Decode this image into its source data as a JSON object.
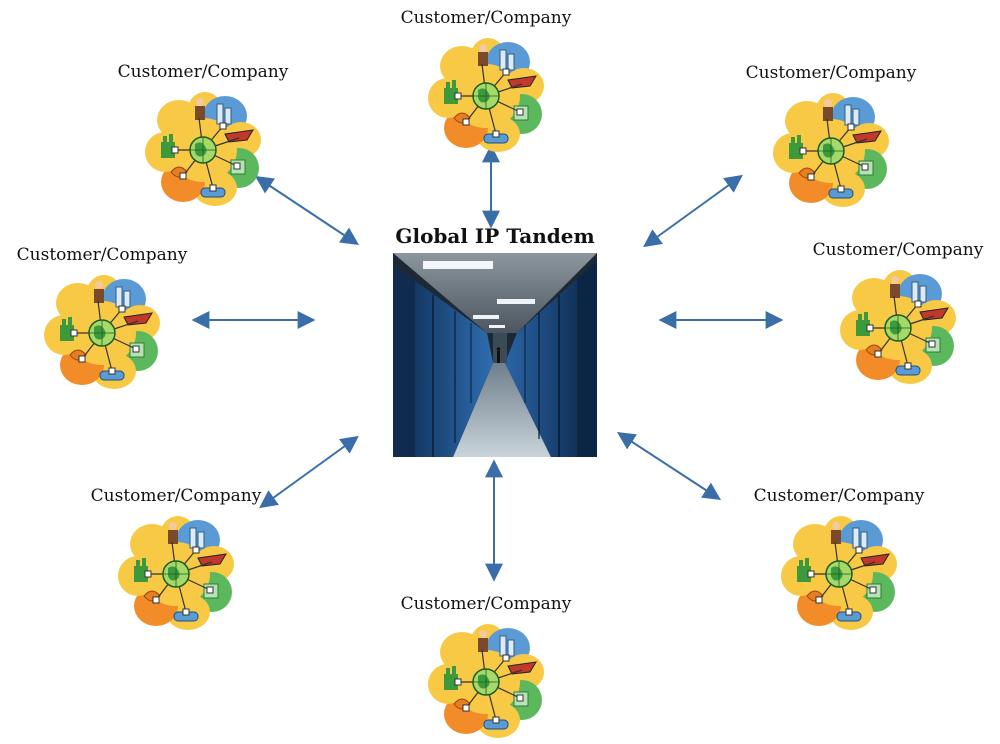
{
  "center": {
    "title": "Global IP Tandem",
    "image": "server-room-corridor"
  },
  "nodes": [
    {
      "id": "top",
      "label": "Customer/Company"
    },
    {
      "id": "top-left",
      "label": "Customer/Company"
    },
    {
      "id": "top-right",
      "label": "Customer/Company"
    },
    {
      "id": "left",
      "label": "Customer/Company"
    },
    {
      "id": "right",
      "label": "Customer/Company"
    },
    {
      "id": "bottom-left",
      "label": "Customer/Company"
    },
    {
      "id": "bottom-right",
      "label": "Customer/Company"
    },
    {
      "id": "bottom",
      "label": "Customer/Company"
    }
  ],
  "icon": "customer-network-flower-icon",
  "colors": {
    "arrow": "#3a6ea8",
    "petal_orange": "#f28c28",
    "petal_yellow": "#f7c945",
    "petal_blue": "#5b9bd5",
    "petal_green": "#5cb85c",
    "globe_green": "#3c9a3c"
  }
}
